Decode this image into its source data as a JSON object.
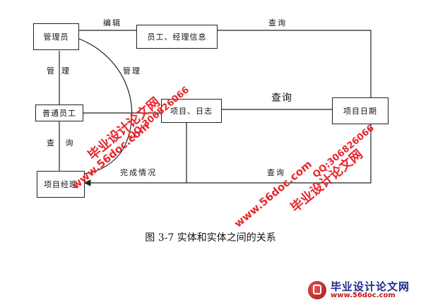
{
  "nodes": {
    "admin": "管理员",
    "staff_info": "员工、经理信息",
    "employee": "普通员工",
    "project_log": "项目、日志",
    "project_date": "项目日期",
    "project_manager": "项目经理"
  },
  "edges": {
    "edit": "编辑",
    "query_top": "查询",
    "manage_left": "管理",
    "manage_curve": "管理",
    "query_mid": "查询",
    "query_left": "查 询",
    "completion": "完成情况",
    "query_bottom": "查询"
  },
  "caption": "图 3-7 实体和实体之间的关系",
  "watermarks": {
    "site_cn": "毕业设计论文网",
    "url": "www.56doc.com",
    "qq": "QQ:306826066"
  },
  "brand": {
    "title": "毕业设计论文网",
    "url": "www.56doc.com"
  },
  "colors": {
    "watermark": "#e8262b",
    "brand_title": "#1d2a8f"
  }
}
